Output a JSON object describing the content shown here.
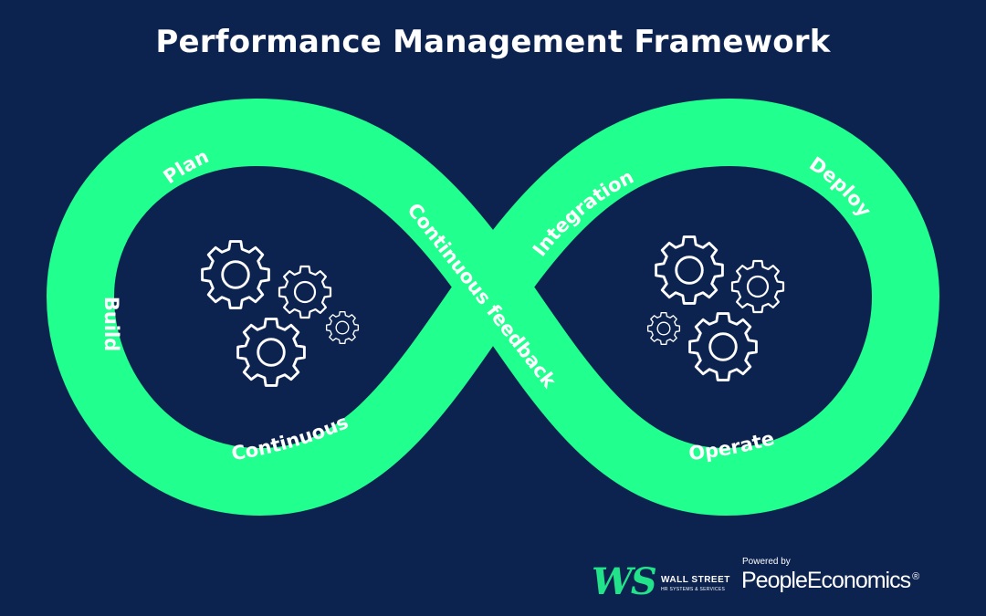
{
  "title": "Performance Management Framework",
  "colors": {
    "background": "#0c2350",
    "band": "#21ff8e",
    "text": "#ffffff",
    "logo_green": "#22e38a"
  },
  "loop_labels": {
    "plan": "Plan",
    "build": "Build",
    "continuous": "Continuous",
    "continuous_feedback": "Continuous feedback",
    "integration": "Integration",
    "deploy": "Deploy",
    "operate": "Operate"
  },
  "icons": [
    "gear-icon"
  ],
  "footer": {
    "ws_logo": "WS",
    "ws_name": "WALL STREET",
    "ws_subtitle": "HR SYSTEMS & SERVICES",
    "powered_by": "Powered by",
    "brand": "PeopleEconomics",
    "registered": "®"
  }
}
